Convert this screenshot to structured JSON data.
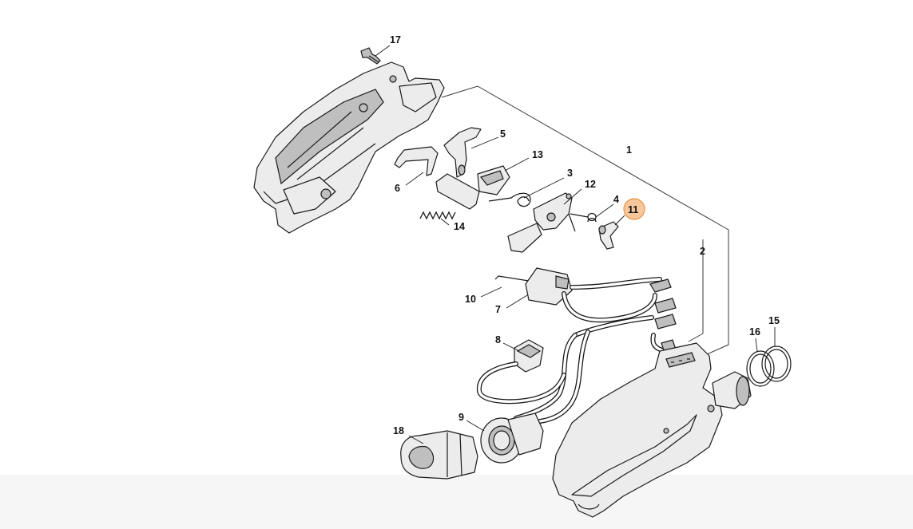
{
  "diagram": {
    "highlight_color": "#f6c79a",
    "highlight_stroke": "#e9924a",
    "highlighted_part": "11",
    "callouts": [
      "1",
      "2",
      "3",
      "4",
      "5",
      "6",
      "7",
      "8",
      "9",
      "10",
      "11",
      "12",
      "13",
      "14",
      "15",
      "16",
      "17",
      "18"
    ]
  }
}
